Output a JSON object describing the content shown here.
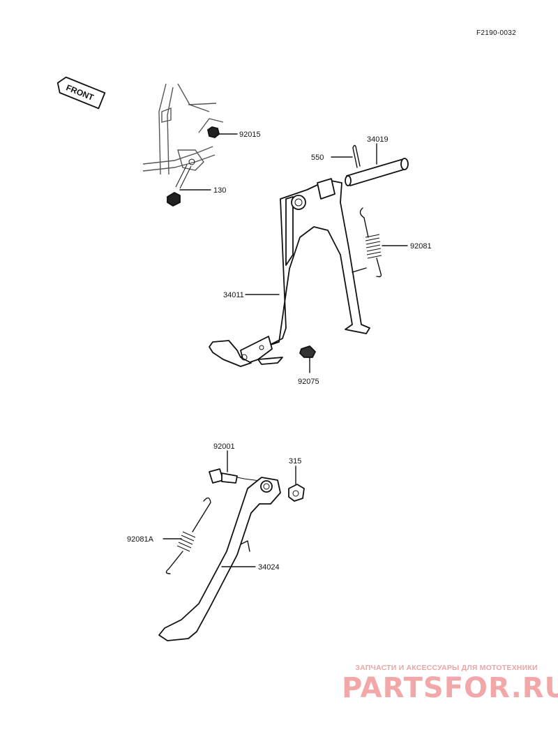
{
  "diagram_code": "F2190-0032",
  "front_arrow_text": "FRONT",
  "watermark": {
    "tagline": "ЗАПЧАСТИ И АКСЕССУАРЫ ДЛЯ МОТОТЕХНИКИ",
    "brand": "PARTSFOR.RU",
    "color": "#f09a9a"
  },
  "callouts": {
    "p92015": "92015",
    "p130": "130",
    "p550": "550",
    "p34019": "34019",
    "p92081": "92081",
    "p34011": "34011",
    "p92075": "92075",
    "p92001": "92001",
    "p315": "315",
    "p92081A": "92081A",
    "p34024": "34024"
  }
}
